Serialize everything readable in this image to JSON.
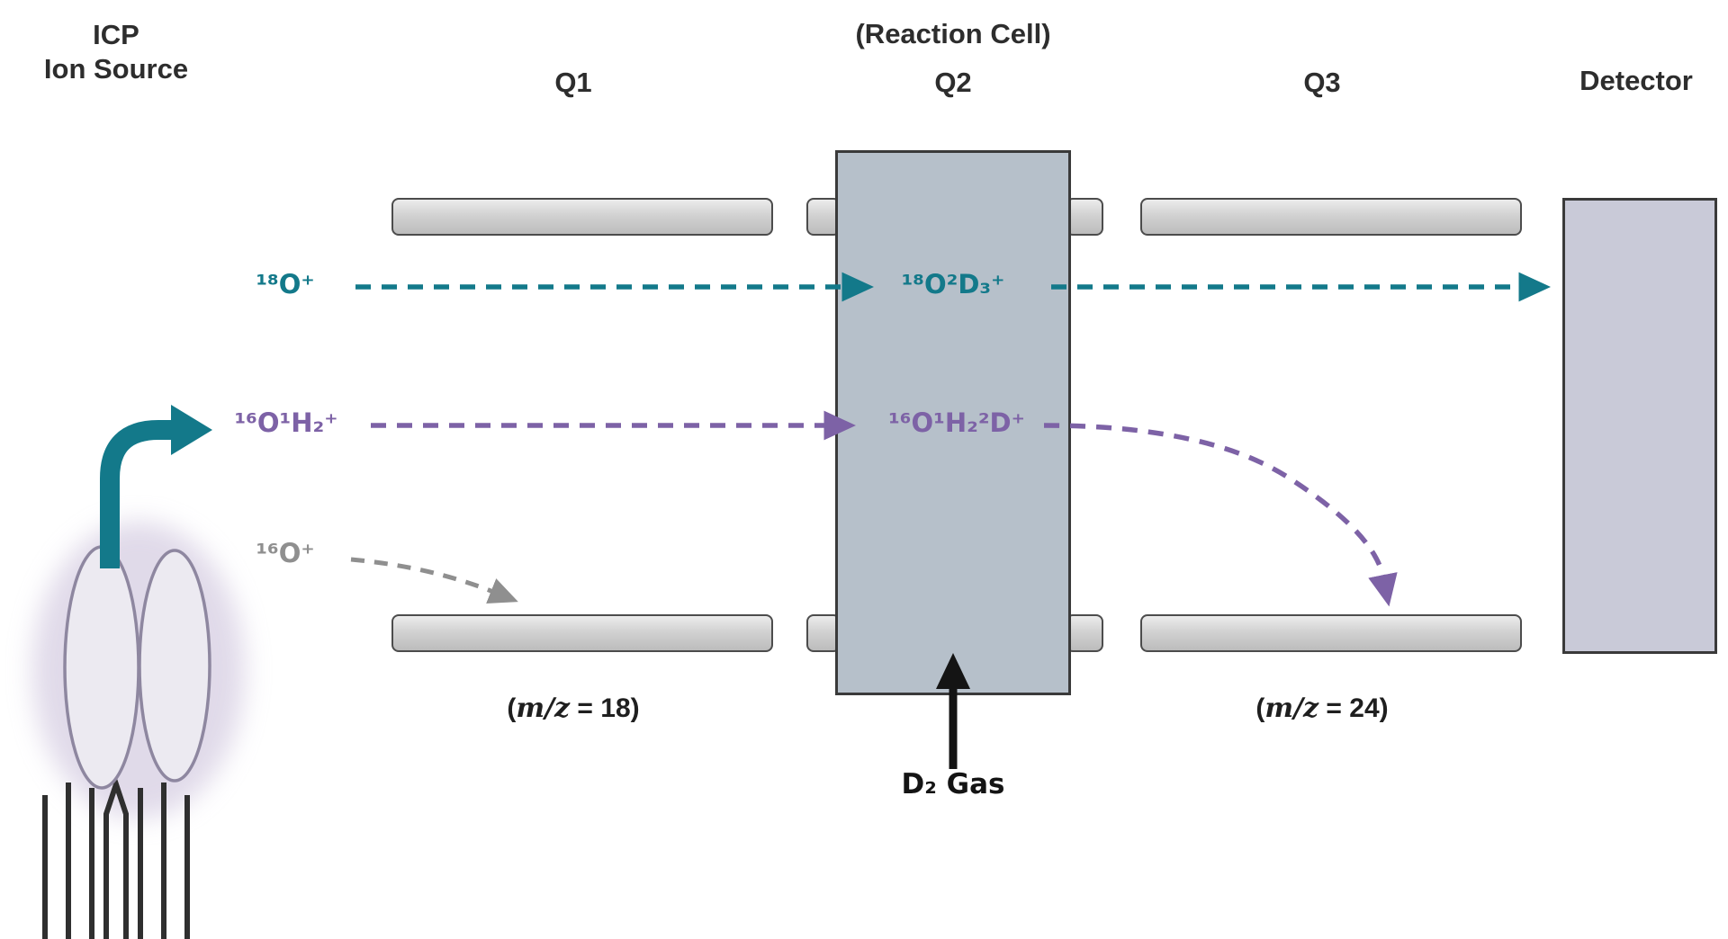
{
  "colors": {
    "teal": "#13798a",
    "purple": "#7d62a6",
    "gray": "#8f8f8f",
    "black": "#141414",
    "q2_fill": "#b6c0ca",
    "detector_fill": "#c9cad8",
    "plasma_fill": "#eceaf1",
    "plasma_stroke": "#8e87a0",
    "glow": "#c7bcd8",
    "torch_line": "#2f2f2f"
  },
  "stages": {
    "source_line1": "ICP",
    "source_line2": "Ion Source",
    "q1": "Q1",
    "reaction_cell": "(Reaction Cell)",
    "q2": "Q2",
    "q3": "Q3",
    "detector": "Detector"
  },
  "ions": {
    "o18": "¹⁸O⁺",
    "o18_product": "¹⁸O²D₃⁺",
    "o16h2": "¹⁶O¹H₂⁺",
    "o16h2_product": "¹⁶O¹H₂²D⁺",
    "o16": "¹⁶O⁺"
  },
  "annotations": {
    "q1_mz": {
      "open": "(",
      "var": "m/z",
      "rest": " = 18)"
    },
    "q3_mz": {
      "open": "(",
      "var": "m/z",
      "rest": " = 24)"
    },
    "gas": "D₂ Gas"
  }
}
